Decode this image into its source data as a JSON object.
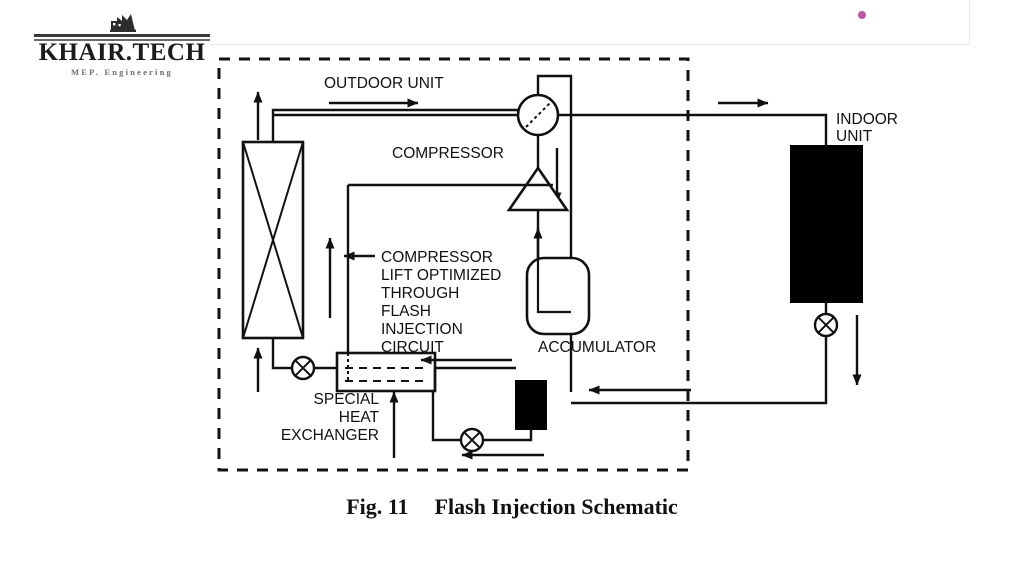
{
  "logo": {
    "mark_icon": "factory-building-icon",
    "wordmark": "KHAIR.TECH",
    "tagline": "MEP.  Engineering"
  },
  "artifact": {
    "dot_color": "#b33a9e"
  },
  "caption": {
    "figure_number": "Fig. 11",
    "title": "Flash Injection Schematic"
  },
  "diagram": {
    "title": "Flash Injection Schematic",
    "boundary_label": "outdoor-unit-dashed-boundary",
    "labels": {
      "outdoor_unit": "OUTDOOR UNIT",
      "compressor": "COMPRESSOR",
      "indoor_unit_line1": "INDOOR",
      "indoor_unit_line2": "UNIT",
      "accumulator": "ACCUMULATOR",
      "special_heat_exchanger_line1": "SPECIAL",
      "special_heat_exchanger_line2": "HEAT",
      "special_heat_exchanger_line3": "EXCHANGER",
      "callout_line1": "COMPRESSOR",
      "callout_line2": "LIFT OPTIMIZED",
      "callout_line3": "THROUGH",
      "callout_line4": "FLASH",
      "callout_line5": "INJECTION",
      "callout_line6": "CIRCUIT"
    },
    "components": [
      {
        "name": "outdoor-coil",
        "symbol": "rectangle-with-x-cross"
      },
      {
        "name": "four-way-reversing-valve",
        "symbol": "circle-with-curved-ports"
      },
      {
        "name": "compressor",
        "symbol": "triangle"
      },
      {
        "name": "accumulator",
        "symbol": "rounded-vessel-with-dip-tube"
      },
      {
        "name": "indoor-coil",
        "symbol": "filled-black-rectangle"
      },
      {
        "name": "special-heat-exchanger",
        "symbol": "rectangle-with-dashed-internal-pass"
      },
      {
        "name": "subcooler-block",
        "symbol": "small-filled-black-rectangle"
      },
      {
        "name": "expansion-valve-outdoor",
        "symbol": "crossed-circle"
      },
      {
        "name": "expansion-valve-indoor",
        "symbol": "crossed-circle"
      },
      {
        "name": "expansion-valve-injection",
        "symbol": "crossed-circle"
      }
    ],
    "colors": {
      "line": "#111111",
      "fill": "#000000",
      "background": "#ffffff"
    }
  }
}
